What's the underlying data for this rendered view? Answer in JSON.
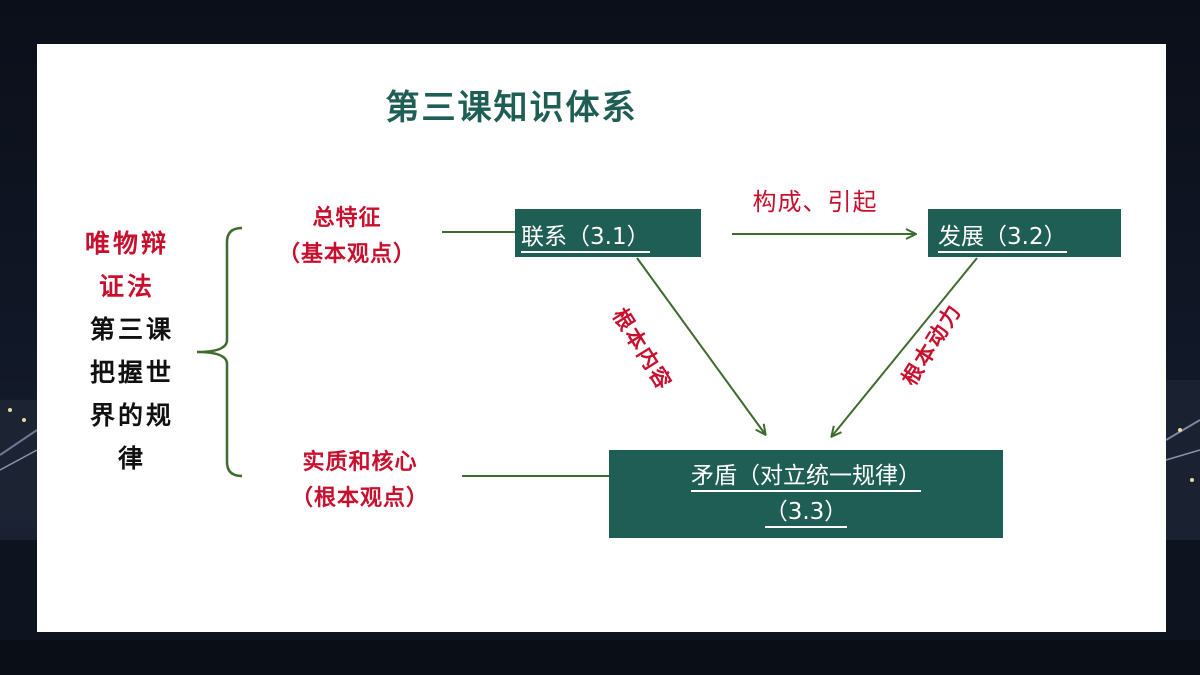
{
  "slide": {
    "title": "第三课知识体系",
    "left": {
      "red_line1": "唯物辩",
      "red_line2": "证法",
      "black_line1": "第三课",
      "black_line2": "把握世",
      "black_line3": "界的规",
      "black_line4": "律"
    },
    "branches": {
      "top_line1": "总特征",
      "top_line2": "（基本观点）",
      "bottom_line1": "实质和核心",
      "bottom_line2": "（根本观点）"
    },
    "boxes": {
      "lianxi": "联系（3.1）",
      "fazhan": "发展（3.2）",
      "maodun_line1": "矛盾（对立统一规律）",
      "maodun_line2": "（3.3）"
    },
    "arrows": {
      "top": "构成、引起",
      "left_diag": "根本内容",
      "right_diag": "根本动力"
    }
  },
  "colors": {
    "accent_green": "#1f5e54",
    "red": "#c8102e",
    "line_green": "#3e6b2e"
  }
}
